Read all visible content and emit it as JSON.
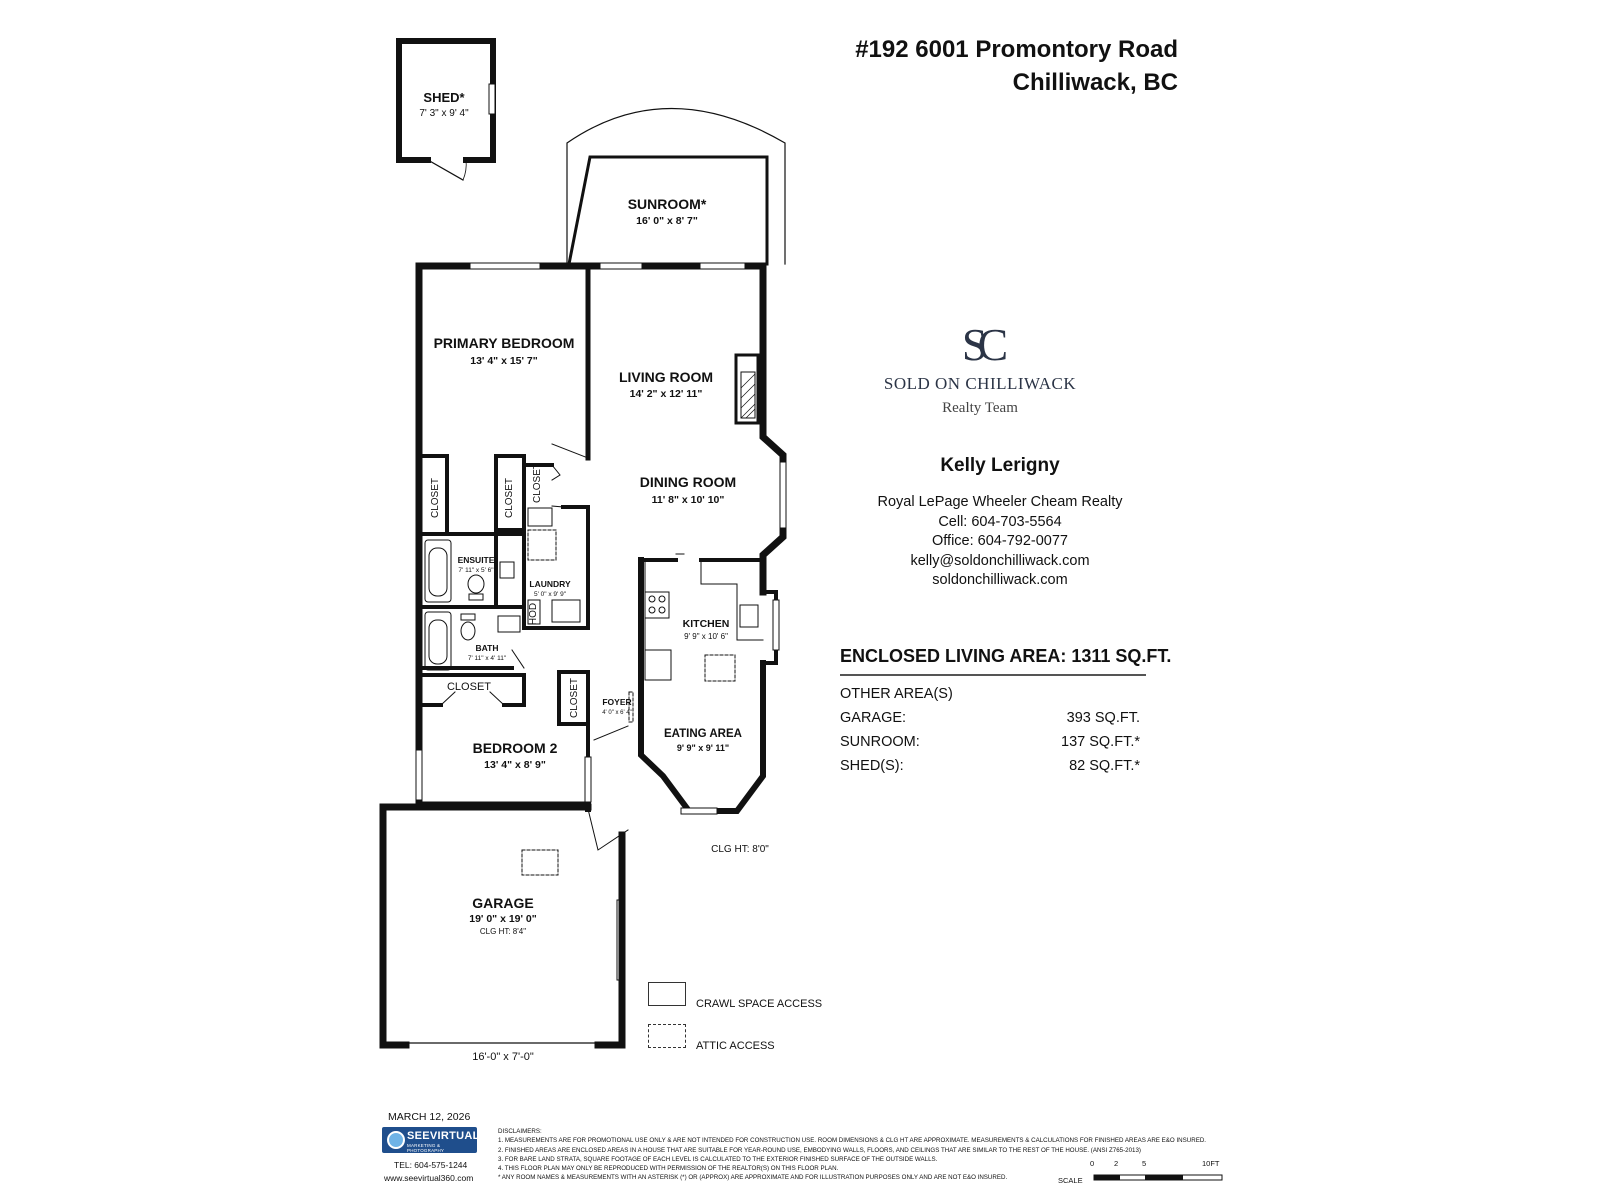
{
  "header": {
    "address_line1": "#192 6001 Promontory Road",
    "address_line2": "Chilliwack, BC"
  },
  "rooms": {
    "shed": {
      "name": "SHED*",
      "dim": "7' 3\" x 9' 4\""
    },
    "sunroom": {
      "name": "SUNROOM*",
      "dim": "16' 0\" x 8' 7\""
    },
    "primary_bedroom": {
      "name": "PRIMARY BEDROOM",
      "dim": "13' 4\" x 15' 7\""
    },
    "living_room": {
      "name": "LIVING ROOM",
      "dim": "14' 2\" x 12' 11\""
    },
    "dining_room": {
      "name": "DINING ROOM",
      "dim": "11' 8\" x 10' 10\""
    },
    "closet_1": {
      "name": "CLOSET"
    },
    "closet_2": {
      "name": "CLOSET"
    },
    "closet_3": {
      "name": "CLOSET"
    },
    "closet_4": {
      "name": "CLOSET"
    },
    "closet_5": {
      "name": "CLOSET"
    },
    "ensuite": {
      "name": "ENSUITE",
      "dim": "7' 11\" x 5' 6\""
    },
    "laundry": {
      "name": "LAUNDRY",
      "dim": "5' 0\" x 9' 9\""
    },
    "hod": {
      "name": "HOD"
    },
    "bath": {
      "name": "BATH",
      "dim": "7' 11\" x 4' 11\""
    },
    "kitchen": {
      "name": "KITCHEN",
      "dim": "9' 9\" x 10' 6\""
    },
    "foyer": {
      "name": "FOYER",
      "dim": "4' 0\" x 6' 4\""
    },
    "eating_area": {
      "name": "EATING AREA",
      "dim": "9' 9\" x 9' 11\""
    },
    "bedroom_2": {
      "name": "BEDROOM 2",
      "dim": "13' 4\" x 8' 9\""
    },
    "garage": {
      "name": "GARAGE",
      "dim": "19' 0\" x 19' 0\"",
      "ceiling": "CLG HT:  8'4\""
    },
    "garage_door": {
      "dim": "16'-0\" x 7'-0\""
    }
  },
  "ceiling_height": "CLG HT: 8'0\"",
  "branding": {
    "monogram": "SC",
    "name": "SOLD ON CHILLIWACK",
    "subtitle": "Realty Team",
    "color": "#2b3446"
  },
  "agent": {
    "name": "Kelly Lerigny",
    "brokerage": "Royal LePage Wheeler Cheam Realty",
    "cell": "Cell: 604-703-5564",
    "office": "Office: 604-792-0077",
    "email": "kelly@soldonchilliwack.com",
    "website": "soldonchilliwack.com"
  },
  "areas": {
    "enclosed_heading": "ENCLOSED LIVING AREA: 1311 SQ.FT.",
    "other_heading": "OTHER AREA(S)",
    "rows": [
      {
        "label": "GARAGE:",
        "value": "393 SQ.FT."
      },
      {
        "label": "SUNROOM:",
        "value": "137 SQ.FT.*"
      },
      {
        "label": "SHED(S):",
        "value": "82 SQ.FT.*"
      }
    ]
  },
  "legend": {
    "crawl": "CRAWL SPACE ACCESS",
    "attic": "ATTIC ACCESS"
  },
  "footer": {
    "date": "MARCH 12, 2026",
    "logo_brand": "SEEVIRTUAL",
    "logo_tagline": "MARKETING & PHOTOGRAPHY",
    "logo_color": "#1f4e8c",
    "tel": "TEL: 604-575-1244",
    "web": "www.seevirtual360.com",
    "disclaimers_title": "DISCLAIMERS:",
    "disclaimers": [
      "1. MEASUREMENTS ARE FOR PROMOTIONAL USE ONLY & ARE NOT INTENDED FOR CONSTRUCTION USE. ROOM DIMENSIONS & CLG HT ARE APPROXIMATE. MEASUREMENTS & CALCULATIONS FOR FINISHED AREAS ARE E&O INSURED.",
      "2. FINISHED AREAS ARE ENCLOSED AREAS IN A HOUSE THAT ARE SUITABLE FOR YEAR-ROUND USE, EMBODYING WALLS, FLOORS, AND CEILINGS THAT ARE SIMILAR TO THE REST OF THE HOUSE. (ANSI Z765-2013)",
      "3. FOR BARE LAND STRATA, SQUARE FOOTAGE OF EACH LEVEL IS CALCULATED TO THE EXTERIOR FINISHED SURFACE OF THE OUTSIDE WALLS.",
      "4. THIS FLOOR PLAN MAY ONLY BE REPRODUCED WITH PERMISSION OF THE REALTOR(S) ON THIS FLOOR PLAN.",
      "* ANY ROOM NAMES & MEASUREMENTS WITH AN ASTERISK (*) OR (APPROX) ARE APPROXIMATE AND FOR ILLUSTRATION PURPOSES ONLY AND ARE NOT E&O INSURED."
    ],
    "scale_label": "SCALE",
    "scale_ticks": [
      "0",
      "2",
      "5",
      "10FT"
    ]
  }
}
